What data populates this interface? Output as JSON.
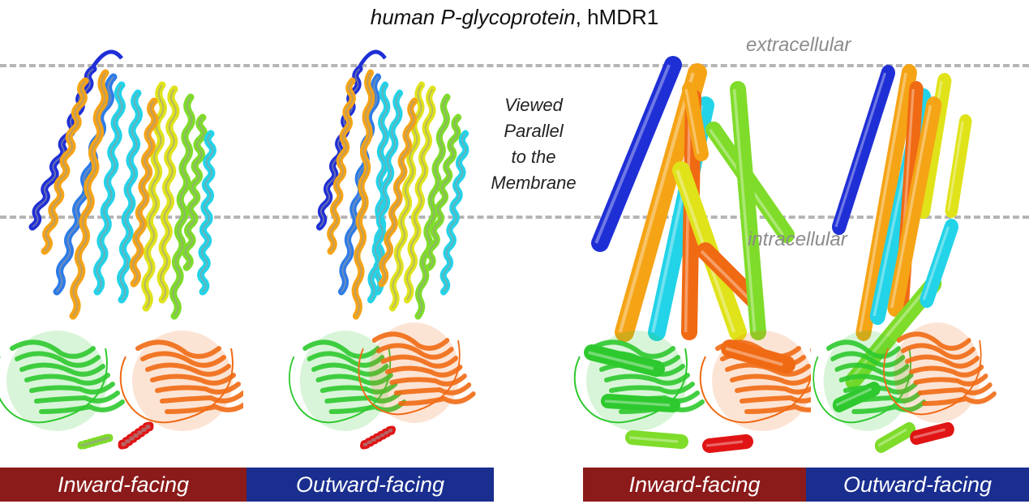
{
  "title": {
    "italic_part": "human P-glycoprotein",
    "plain_part": ", hMDR1"
  },
  "region_labels": {
    "extracellular": "extracellular",
    "intracellular": "intracellular"
  },
  "view_caption": [
    "Viewed",
    "Parallel",
    "to the",
    "Membrane"
  ],
  "panel_labels": [
    "Inward-facing",
    "Outward-facing",
    "Inward-facing",
    "Outward-facing"
  ],
  "colors": {
    "inward_bar": "#8b1a1a",
    "outward_bar": "#1a2e8f",
    "membrane_boundary": "#b5b5b5",
    "rainbow": [
      "#1f2fd6",
      "#2d7be8",
      "#23d3e8",
      "#f5a416",
      "#e0e31a",
      "#7fdc2a",
      "#2ec92e",
      "#f06a14",
      "#e01414"
    ]
  },
  "structures": [
    {
      "view": "ribbon",
      "state": "inward-facing"
    },
    {
      "view": "ribbon",
      "state": "outward-facing"
    },
    {
      "view": "cylinder",
      "state": "inward-facing"
    },
    {
      "view": "cylinder",
      "state": "outward-facing"
    }
  ]
}
